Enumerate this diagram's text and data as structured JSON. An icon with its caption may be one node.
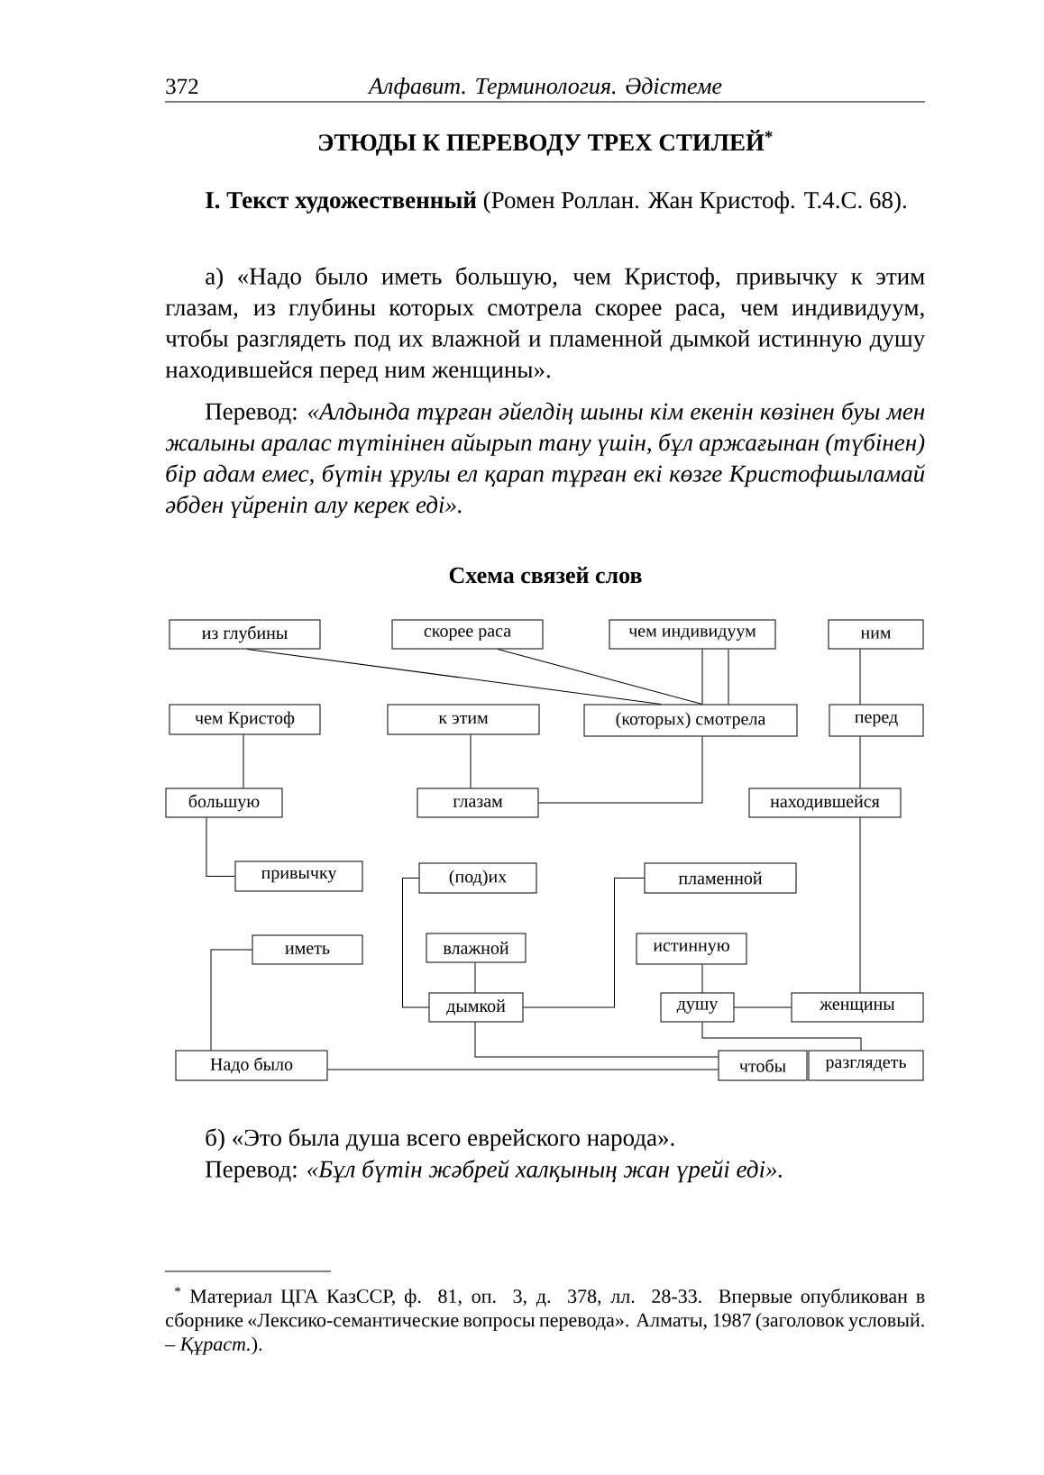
{
  "diagram": {
    "title": "Схема связей слов",
    "nodes": [
      {
        "text": [
          "из глубины"
        ]
      },
      {
        "text": [
          "скорее раса"
        ]
      },
      {
        "text": [
          "чем индивидуум"
        ]
      },
      {
        "text": [
          "ним"
        ]
      },
      {
        "text": [
          "чем Кристоф"
        ]
      },
      {
        "text": [
          "к этим"
        ]
      },
      {
        "text": [
          "(которых) смотрела"
        ]
      },
      {
        "text": [
          "перед"
        ]
      },
      {
        "text": [
          "большую"
        ]
      },
      {
        "text": [
          "глазам"
        ]
      },
      {
        "text": [
          "находившейся"
        ]
      },
      {
        "text": [
          "привычку"
        ]
      },
      {
        "text": [
          "(под)их"
        ]
      },
      {
        "text": [
          "пламенной"
        ]
      },
      {
        "text": [
          "иметь"
        ]
      },
      {
        "text": [
          "влажной"
        ]
      },
      {
        "text": [
          "истинную"
        ]
      },
      {
        "text": [
          "дымкой"
        ]
      },
      {
        "text": [
          "душу"
        ]
      },
      {
        "text": [
          "женщины"
        ]
      },
      {
        "text": [
          "Надо было"
        ]
      },
      {
        "text": [
          "чтобы"
        ]
      },
      {
        "text": [
          "разглядеть"
        ]
      }
    ],
    "edges": [
      {
        "from": 0,
        "to": 6,
        "arrow": "none"
      },
      {
        "from": 1,
        "to": 6,
        "arrow": "none"
      },
      {
        "from": 2,
        "to": 6,
        "arrow": "none"
      },
      {
        "from": 2,
        "to": 6,
        "arrow": "none"
      },
      {
        "from": 3,
        "to": 7,
        "arrow": "none"
      },
      {
        "from": 4,
        "to": 8,
        "arrow": "none"
      },
      {
        "from": 5,
        "to": 9,
        "arrow": "none"
      },
      {
        "from": 6,
        "to": 9,
        "arrow": "none"
      },
      {
        "from": 7,
        "to": 10,
        "arrow": "none"
      },
      {
        "from": 8,
        "to": 11,
        "arrow": "none"
      },
      {
        "from": 10,
        "to": 19,
        "arrow": "none"
      },
      {
        "from": 12,
        "to": 17,
        "arrow": "none"
      },
      {
        "from": 13,
        "to": 17,
        "arrow": "none"
      },
      {
        "from": 15,
        "to": 17,
        "arrow": "none"
      },
      {
        "from": 16,
        "to": 18,
        "arrow": "none"
      },
      {
        "from": 18,
        "to": 19,
        "arrow": "none"
      },
      {
        "from": 14,
        "to": 20,
        "arrow": "none"
      },
      {
        "from": 17,
        "to": 21,
        "arrow": "none"
      },
      {
        "from": 18,
        "to": 22,
        "arrow": "none"
      },
      {
        "from": 20,
        "to": 21,
        "arrow": "none"
      }
    ],
    "labels": [
      "372",
      "Алфавит. Терминология. Әдістеме",
      "ЭТЮДЫ К ПЕРЕВОДУ ТРЕХ СТИЛЕЙ$^{*}$",
      "**I. Текст художественный** (Ромен Роллан. Жан Кристоф. Т.4.С. 68).",
      "а) «Надо было иметь большую, чем Кристоф, привычку к этим глазам, из глубины которых смотрела скорее раса, чем индивидуум, чтобы разглядеть под их влажной и пламенной дымкой истинную душу находившейся перед ним женщины».",
      "Перевод: *«Алдында тұрған әйелдің шыны кім екенін көзінен буы мен жалыны аралас түтінінен айырып тану үшін, бұл аржағынан (түбінен) бір адам емес, бүтін ұрулы ел қарап тұрған екі көзге Кристофшыламай әбден үйреніп алу керек еді».*",
      "б) «Это была душа всего еврейского народа».",
      "Перевод: *«Бұл бүтін жәбрей халқының жан үрейі еді».*",
      "$^{*}$ Материал ЦГА КазССР, ф. 81, оп. 3, д. 378, лл. 28-33. Впервые опубликован в сборнике «Лексико-семантические вопросы перевода». Алматы, 1987 (заголовок условый. – *Құраст.*)."
    ]
  }
}
